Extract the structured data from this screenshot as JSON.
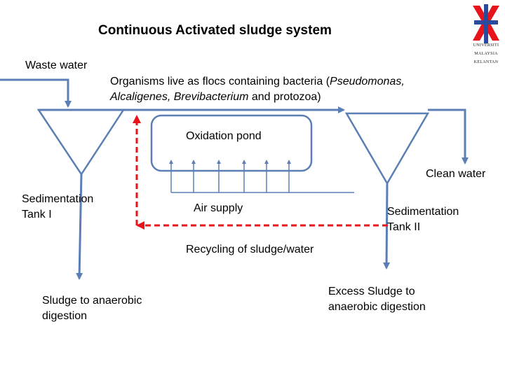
{
  "title": "Continuous Activated sludge system",
  "labels": {
    "waste_water": "Waste water",
    "organisms_line1_a": "Organisms  live as flocs containing bacteria (",
    "organisms_line1_b": "Pseudomonas,",
    "organisms_line2_a": "Alcaligenes, Brevibacterium",
    "organisms_line2_b": " and protozoa)",
    "oxidation_pond": "Oxidation pond",
    "clean_water": "Clean water",
    "sed_tank_1_line1": "Sedimentation",
    "sed_tank_1_line2": "Tank I",
    "air_supply": "Air supply",
    "sed_tank_2_line1": "Sedimentation",
    "sed_tank_2_line2": "Tank II",
    "recycling": "Recycling of sludge/water",
    "sludge_anaerobic_line1": "Sludge to anaerobic",
    "sludge_anaerobic_line2": "digestion",
    "excess_sludge_line1": "Excess Sludge to",
    "excess_sludge_line2": "anaerobic  digestion"
  },
  "logo": {
    "line1": "UNIVERSITI",
    "line2": "MALAYSIA",
    "line3": "KELANTAN"
  },
  "colors": {
    "flow_line": "#5B7FB5",
    "recycle_line": "#E8141B",
    "logo_red": "#E8141B",
    "logo_blue": "#2B4A9B"
  },
  "icons": {
    "logo": "university-logo"
  }
}
